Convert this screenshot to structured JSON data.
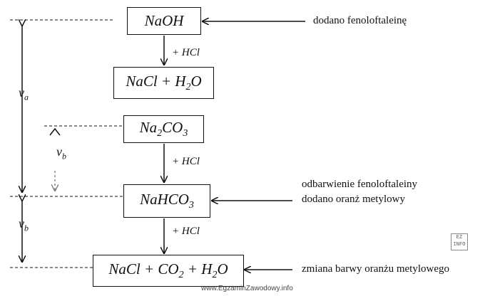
{
  "boxes": {
    "naoh": {
      "main": "NaOH"
    },
    "nacl_h2o": {
      "part1": "NaCl + H",
      "sub": "2",
      "part2": "O"
    },
    "na2co3": {
      "part1": "Na",
      "sub": "2",
      "part2": "CO",
      "sub2": "3"
    },
    "nahco3": {
      "part1": "NaHCO",
      "sub": "3"
    },
    "final": {
      "part1": "NaCl + CO",
      "sub": "2",
      "part2": " + H",
      "sub2": "2",
      "part3": "O"
    }
  },
  "reagents": {
    "step1": "+ HCl",
    "step2": "+ HCl",
    "step3": "+ HCl"
  },
  "annotations": {
    "indicator_added": "dodano fenoloftaleinę",
    "decolorization_line1": "odbarwienie  fenoloftaleiny",
    "decolorization_line2": "dodano oranż metylowy",
    "color_change": "zmiana barwy oranżu metylowego"
  },
  "volumes": {
    "va": {
      "letter": "v",
      "sub": "a"
    },
    "vb_inner": {
      "letter": "v",
      "sub": "b"
    },
    "vb_lower": {
      "letter": "v",
      "sub": "b"
    }
  },
  "watermark": "www.EgzaminZawodowy.info",
  "logo_text": {
    "line1": "EZ",
    "line2": "INFO"
  }
}
